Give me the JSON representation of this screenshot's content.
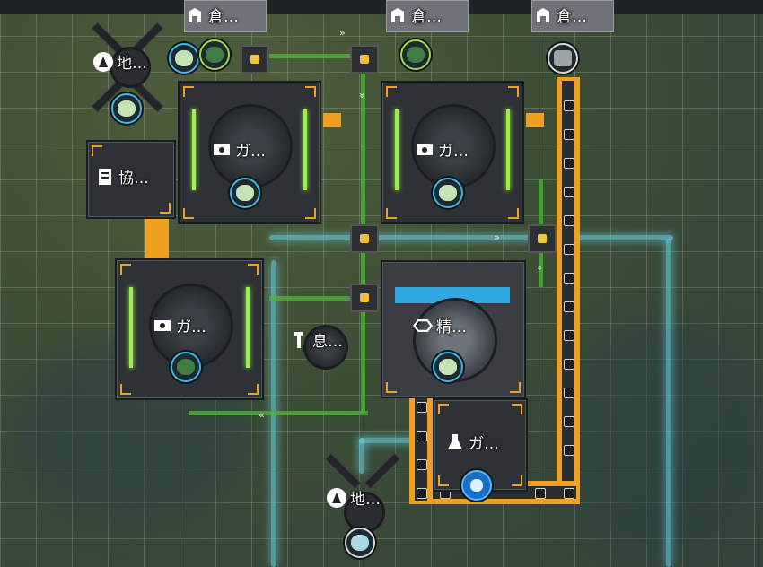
{
  "labels": {
    "depot_1": "倉…",
    "depot_2": "倉…",
    "depot_3": "倉…",
    "miner_1": "地…",
    "miner_2": "地…",
    "assembler": "協…",
    "generator_1": "ガ…",
    "generator_2": "ガ…",
    "generator_3": "ガ…",
    "generator_4": "ガ…",
    "refinery": "精…",
    "rest_pad": "息…"
  },
  "icons": {
    "depot": "storage-depot-icon",
    "miner": "drill-icon",
    "assembler": "assembler-icon",
    "generator": "generator-icon",
    "refinery": "refinery-icon",
    "rest_pad": "relay-icon",
    "flask": "flask-icon"
  },
  "colors": {
    "belt": "#f0a020",
    "highlight": "#9cf04a",
    "item_ring": "#3fb7e8",
    "item_ring_green": "#9ed848",
    "water": "#6edcf0",
    "panel": "#2e3236"
  },
  "items": {
    "ore_light": "pale-green-ore",
    "ore_dark": "dark-green-ore",
    "ore_blue": "blue-ore",
    "cylinder": "metal-cylinder",
    "fluid": "blue-fluid"
  }
}
